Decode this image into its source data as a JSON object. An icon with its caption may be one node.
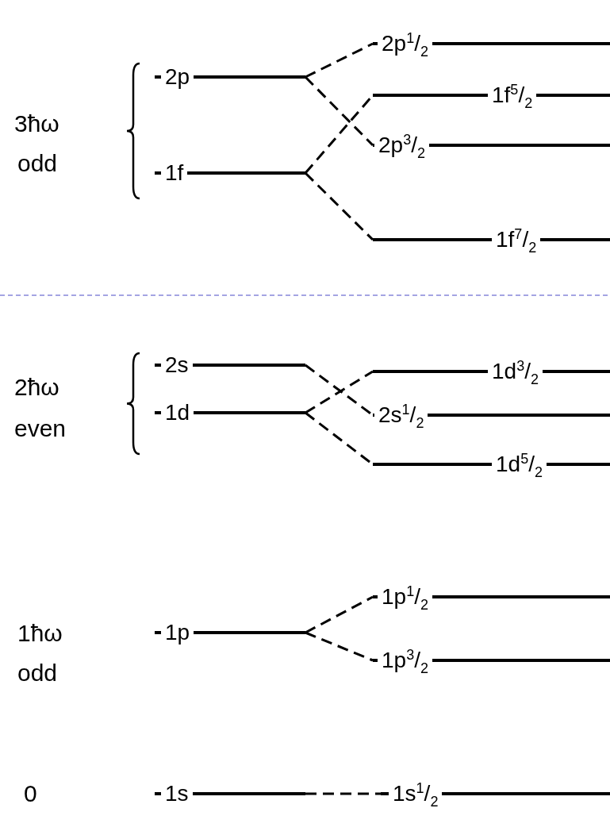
{
  "diagram": {
    "nodes": [
      {
        "text": [
          "2p"
        ]
      },
      {
        "text": [
          "1f"
        ]
      },
      {
        "text": [
          "2s"
        ]
      },
      {
        "text": [
          "1d"
        ]
      },
      {
        "text": [
          "1p"
        ]
      },
      {
        "text": [
          "1s"
        ]
      },
      {
        "text": [
          "2p$^{1}$/$_{2}$"
        ]
      },
      {
        "text": [
          "1f$^{5}$/$_{2}$"
        ]
      },
      {
        "text": [
          "2p$^{3}$/$_{2}$"
        ]
      },
      {
        "text": [
          "1f$^{7}$/$_{2}$"
        ]
      },
      {
        "text": [
          "1d$^{3}$/$_{2}$"
        ]
      },
      {
        "text": [
          "2s$^{1}$/$_{2}$"
        ]
      },
      {
        "text": [
          "1d$^{5}$/$_{2}$"
        ]
      },
      {
        "text": [
          "1p$^{1}$/$_{2}$"
        ]
      },
      {
        "text": [
          "1p$^{3}$/$_{2}$"
        ]
      },
      {
        "text": [
          "1s$^{1}$/$_{2}$"
        ]
      }
    ],
    "edges": [
      {
        "from": 0,
        "to": 6,
        "arrow": "none",
        "style": "dashed"
      },
      {
        "from": 0,
        "to": 8,
        "arrow": "none",
        "style": "dashed"
      },
      {
        "from": 1,
        "to": 7,
        "arrow": "none",
        "style": "dashed"
      },
      {
        "from": 1,
        "to": 9,
        "arrow": "none",
        "style": "dashed"
      },
      {
        "from": 2,
        "to": 11,
        "arrow": "none",
        "style": "dashed"
      },
      {
        "from": 3,
        "to": 10,
        "arrow": "none",
        "style": "dashed"
      },
      {
        "from": 3,
        "to": 12,
        "arrow": "none",
        "style": "dashed"
      },
      {
        "from": 4,
        "to": 13,
        "arrow": "none",
        "style": "dashed"
      },
      {
        "from": 4,
        "to": 14,
        "arrow": "none",
        "style": "dashed"
      },
      {
        "from": 5,
        "to": 15,
        "arrow": "none",
        "style": "dashed"
      }
    ],
    "labels": [
      "3ħω",
      "odd",
      "2ħω",
      "even",
      "1ħω",
      "odd",
      "0"
    ]
  }
}
